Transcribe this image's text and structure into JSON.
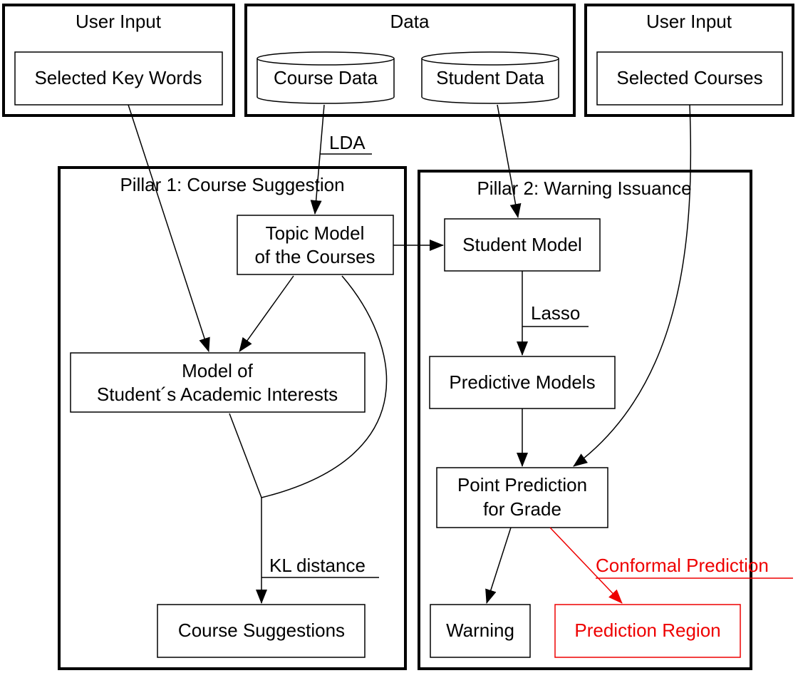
{
  "groups": {
    "user_input_left": "User Input",
    "data": "Data",
    "user_input_right": "User Input",
    "pillar1": "Pillar 1: Course Suggestion",
    "pillar2": "Pillar 2: Warning Issuance"
  },
  "nodes": {
    "selected_key_words": "Selected Key Words",
    "course_data": "Course Data",
    "student_data": "Student Data",
    "selected_courses": "Selected Courses",
    "topic_model_line1": "Topic Model",
    "topic_model_line2": "of the Courses",
    "student_model": "Student Model",
    "academic_interests_line1": "Model of",
    "academic_interests_line2": "Student´s Academic Interests",
    "predictive_models": "Predictive Models",
    "point_prediction_line1": "Point Prediction",
    "point_prediction_line2": "for Grade",
    "course_suggestions": "Course Suggestions",
    "warning": "Warning",
    "prediction_region": "Prediction Region"
  },
  "edge_labels": {
    "lda": "LDA",
    "lasso": "Lasso",
    "kl_distance": "KL distance",
    "conformal_prediction": "Conformal Prediction"
  },
  "colors": {
    "line": "#000000",
    "highlight": "#ee0000"
  }
}
